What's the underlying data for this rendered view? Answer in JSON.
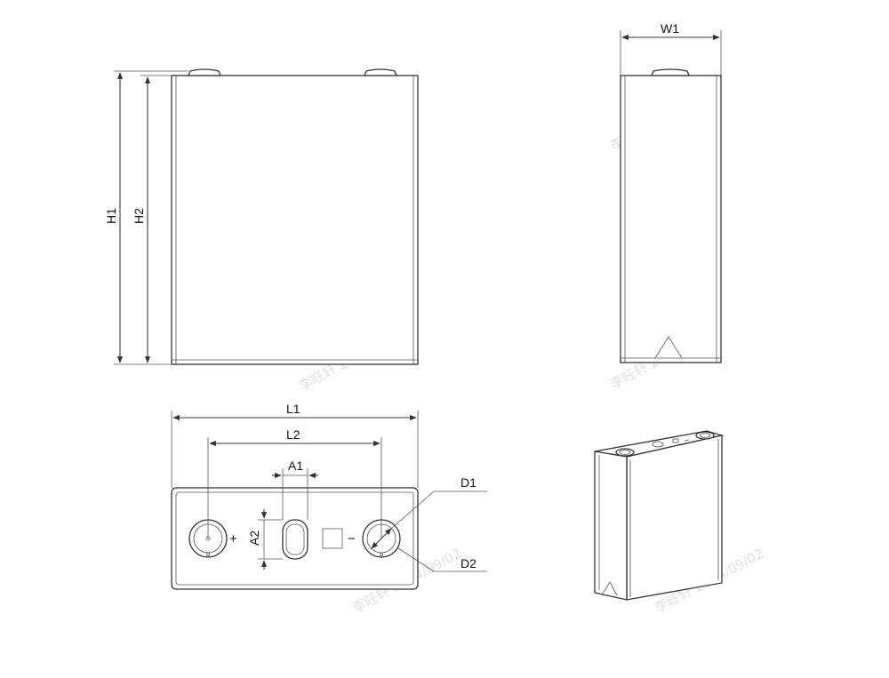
{
  "dimension_labels": {
    "h1": "H1",
    "h2": "H2",
    "w1": "W1",
    "l1": "L1",
    "l2": "L2",
    "a1": "A1",
    "a2": "A2",
    "d1": "D1",
    "d2": "D2"
  },
  "polarity": {
    "positive": "+",
    "negative": "−"
  },
  "watermark": "李旺轩 2024/09/02",
  "colors": {
    "line": "#333333",
    "watermark": "#c8c8c8"
  }
}
